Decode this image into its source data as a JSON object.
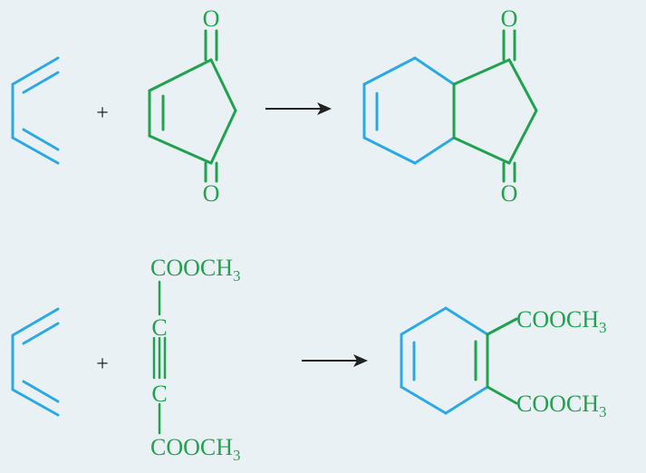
{
  "colors": {
    "background": "#eaf1f5",
    "diene": "#2aa9e6",
    "dienophile": "#21a24f",
    "text": "#222222"
  },
  "reaction1": {
    "plus": "+",
    "reactant_oxygen_top": "O",
    "reactant_oxygen_bottom": "O",
    "product_oxygen_top": "O",
    "product_oxygen_bottom": "O"
  },
  "reaction2": {
    "plus": "+",
    "ester_top": {
      "main": "COOCH",
      "sub": "3"
    },
    "alkyne_carbon_top": "C",
    "alkyne_carbon_bottom": "C",
    "ester_bottom": {
      "main": "COOCH",
      "sub": "3"
    },
    "product_ester_top": {
      "main": "COOCH",
      "sub": "3"
    },
    "product_ester_bottom": {
      "main": "COOCH",
      "sub": "3"
    }
  }
}
